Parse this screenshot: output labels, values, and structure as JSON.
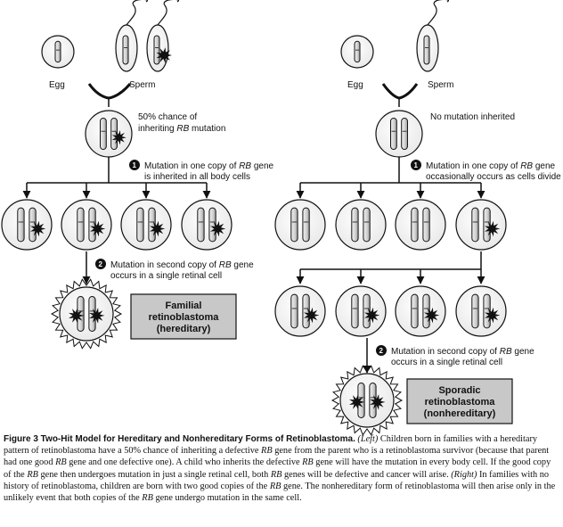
{
  "left": {
    "egg_label": "Egg",
    "sperm_label": "Sperm",
    "inherit_note": [
      "50% chance of",
      "inheriting RB mutation"
    ],
    "step1": {
      "num": "1",
      "lines": [
        "Mutation in one copy of RB gene",
        "is inherited in all body cells"
      ]
    },
    "step2": {
      "num": "2",
      "lines": [
        "Mutation in second copy of RB gene",
        "occurs in a single retinal cell"
      ]
    },
    "result_box": [
      "Familial",
      "retinoblastoma",
      "(hereditary)"
    ]
  },
  "right": {
    "egg_label": "Egg",
    "sperm_label": "Sperm",
    "inherit_note": [
      "No mutation inherited"
    ],
    "step1": {
      "num": "1",
      "lines": [
        "Mutation in one copy of RB gene",
        "occasionally occurs as cells divide"
      ]
    },
    "step2": {
      "num": "2",
      "lines": [
        "Mutation in second copy of RB gene",
        "occurs in a single retinal cell"
      ]
    },
    "result_box": [
      "Sporadic",
      "retinoblastoma",
      "(nonhereditary)"
    ]
  },
  "caption": {
    "lead": "Figure 3   Two-Hit Model for Hereditary and Nonhereditary Forms of Retinoblastoma.",
    "segments": [
      {
        "t": "  (Left)",
        "i": true
      },
      {
        "t": " Children born in families with a hereditary pattern of retinoblastoma have a 50% chance of inheriting a defective ",
        "i": false
      },
      {
        "t": "RB",
        "i": true
      },
      {
        "t": " gene from the parent who is a retinoblastoma survivor (because that parent had one good ",
        "i": false
      },
      {
        "t": "RB",
        "i": true
      },
      {
        "t": " gene and one defective one). A child who inherits the defective ",
        "i": false
      },
      {
        "t": "RB",
        "i": true
      },
      {
        "t": " gene will have the mutation in every body cell. If the good copy of the ",
        "i": false
      },
      {
        "t": "RB",
        "i": true
      },
      {
        "t": " gene then undergoes mutation in just a single retinal cell, both ",
        "i": false
      },
      {
        "t": "RB",
        "i": true
      },
      {
        "t": " genes will be defective and cancer will arise. ",
        "i": false
      },
      {
        "t": "(Right)",
        "i": true
      },
      {
        "t": " In families with no history of retinoblastoma, children are born with two good copies of the ",
        "i": false
      },
      {
        "t": "RB",
        "i": true
      },
      {
        "t": " gene. The nonhereditary form of retinoblastoma will then arise only in the unlikely event that both copies of the ",
        "i": false
      },
      {
        "t": "RB",
        "i": true
      },
      {
        "t": " gene undergo mutation in the same cell.",
        "i": false
      }
    ]
  }
}
